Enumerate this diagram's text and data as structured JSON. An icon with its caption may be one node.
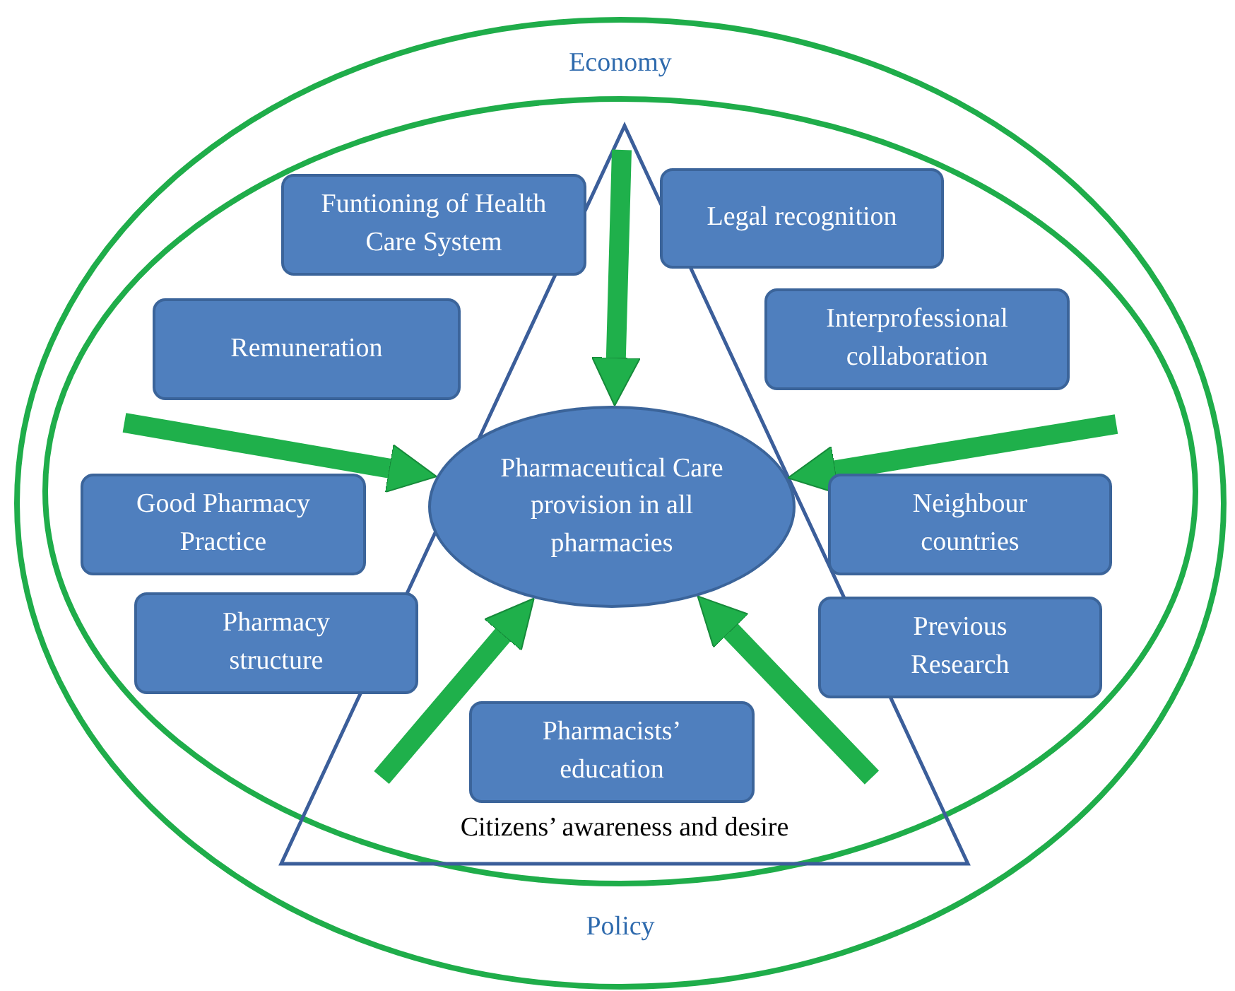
{
  "diagram": {
    "nodes": [
      {
        "text": [
          "Economy",
          "Policy"
        ]
      },
      {
        "text": [],
        "shape": "ellipse",
        "in": 0
      },
      {
        "text": [
          "Citizens’ awareness and desire"
        ],
        "in": 1
      },
      {
        "text": [
          "Pharmaceutical Care provision in all pharmacies"
        ],
        "in": 2
      },
      {
        "text": [
          "Funtioning of Health Care System"
        ],
        "in": 1
      },
      {
        "text": [
          "Legal recognition"
        ],
        "in": 1
      },
      {
        "text": [
          "Remuneration"
        ],
        "in": 1
      },
      {
        "text": [
          "Interprofessional collaboration"
        ],
        "in": 1
      },
      {
        "text": [
          "Good Pharmacy Practice"
        ],
        "in": 1
      },
      {
        "text": [
          "Neighbour countries"
        ],
        "in": 1
      },
      {
        "text": [
          "Pharmacy structure"
        ],
        "in": 1
      },
      {
        "text": [
          "Previous Research"
        ],
        "in": 1
      },
      {
        "text": [
          "Pharmacists’ education"
        ],
        "in": 2
      }
    ],
    "edges": [
      {
        "from": null,
        "to": 3,
        "arrow": "to"
      },
      {
        "from": null,
        "to": 3,
        "arrow": "to"
      },
      {
        "from": null,
        "to": 3,
        "arrow": "to"
      },
      {
        "from": null,
        "to": 3,
        "arrow": "to"
      },
      {
        "from": null,
        "to": 3,
        "arrow": "to"
      }
    ]
  }
}
